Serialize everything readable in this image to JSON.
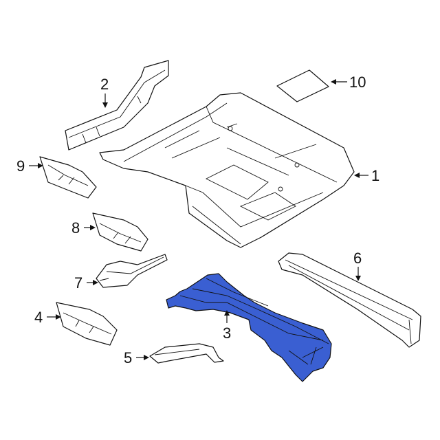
{
  "diagram": {
    "title": "Floor pan assembly",
    "highlight_color": "#3a5fd2",
    "callouts": [
      {
        "id": "1",
        "label": "1"
      },
      {
        "id": "2",
        "label": "2"
      },
      {
        "id": "3",
        "label": "3",
        "highlighted": true
      },
      {
        "id": "4",
        "label": "4"
      },
      {
        "id": "5",
        "label": "5"
      },
      {
        "id": "6",
        "label": "6"
      },
      {
        "id": "7",
        "label": "7"
      },
      {
        "id": "8",
        "label": "8"
      },
      {
        "id": "9",
        "label": "9"
      },
      {
        "id": "10",
        "label": "10"
      }
    ]
  }
}
